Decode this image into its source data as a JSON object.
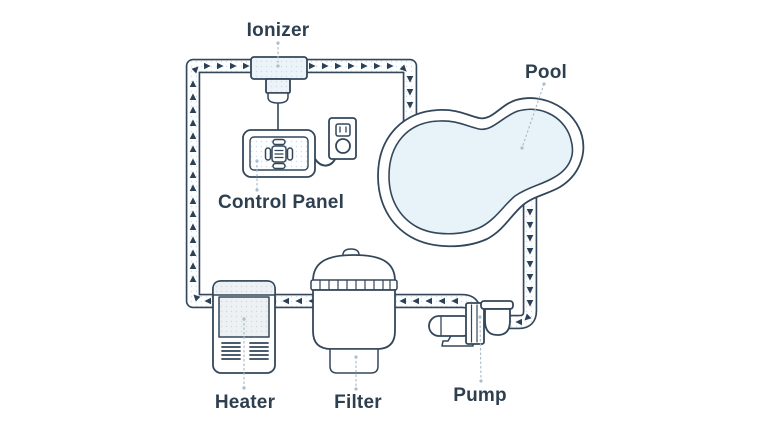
{
  "diagram": {
    "labels": {
      "ionizer": "Ionizer",
      "pool": "Pool",
      "control_panel": "Control Panel",
      "heater": "Heater",
      "filter": "Filter",
      "pump": "Pump"
    },
    "icons": {
      "flow_arrow_right": "▶",
      "flow_arrow_up": "▲",
      "flow_arrow_down": "▼",
      "flow_arrow_left": "◀",
      "power_outlet": "outlet-with-plug-icon"
    },
    "colors": {
      "background": "#ffffff",
      "outline": "#33475a",
      "arrow": "#2e4154",
      "label_text": "#2e3f50",
      "pool_water": "#e7f3f9",
      "leader_line": "#a9bfcc"
    }
  }
}
